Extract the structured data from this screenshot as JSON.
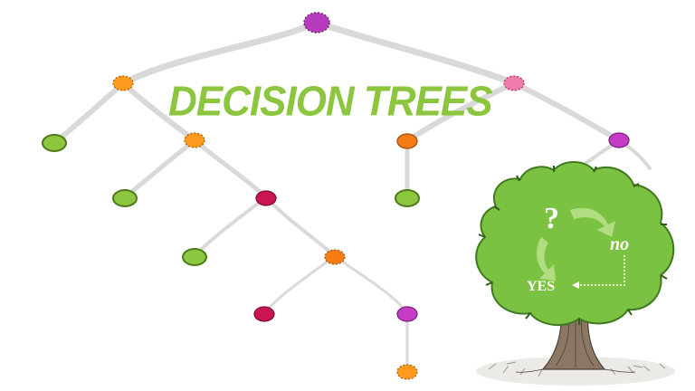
{
  "title": "DECISION TREES",
  "illustration": {
    "question_mark": "?",
    "no_label": "no",
    "yes_label": "YES"
  },
  "colors": {
    "title": "#8cc63f",
    "branch": "#d9d9d9",
    "root_node": "#b83bbf",
    "orange_node": "#ff9a1f",
    "dark_orange_node": "#f47b16",
    "pink_node": "#f07bab",
    "magenta_node": "#c43bc4",
    "crimson_node": "#cc1550",
    "leaf_node": "#8dc63f",
    "tree_foliage": "#7cc242",
    "tree_trunk": "#6d5a4a"
  }
}
